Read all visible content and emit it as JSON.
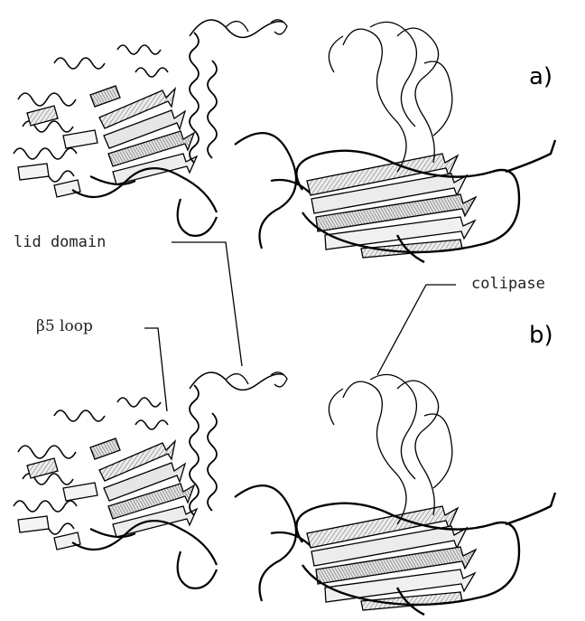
{
  "figure": {
    "panels": [
      {
        "label": "a)"
      },
      {
        "label": "b)"
      }
    ],
    "annotations": {
      "lid_domain": "lid domain",
      "beta5_loop": "β5 loop",
      "colipase": "colipase"
    },
    "colors": {
      "ink": "#000000",
      "ribbon_fill": "#d9d9d9",
      "ribbon_light": "#f2f2f2",
      "background": "#ffffff"
    }
  }
}
